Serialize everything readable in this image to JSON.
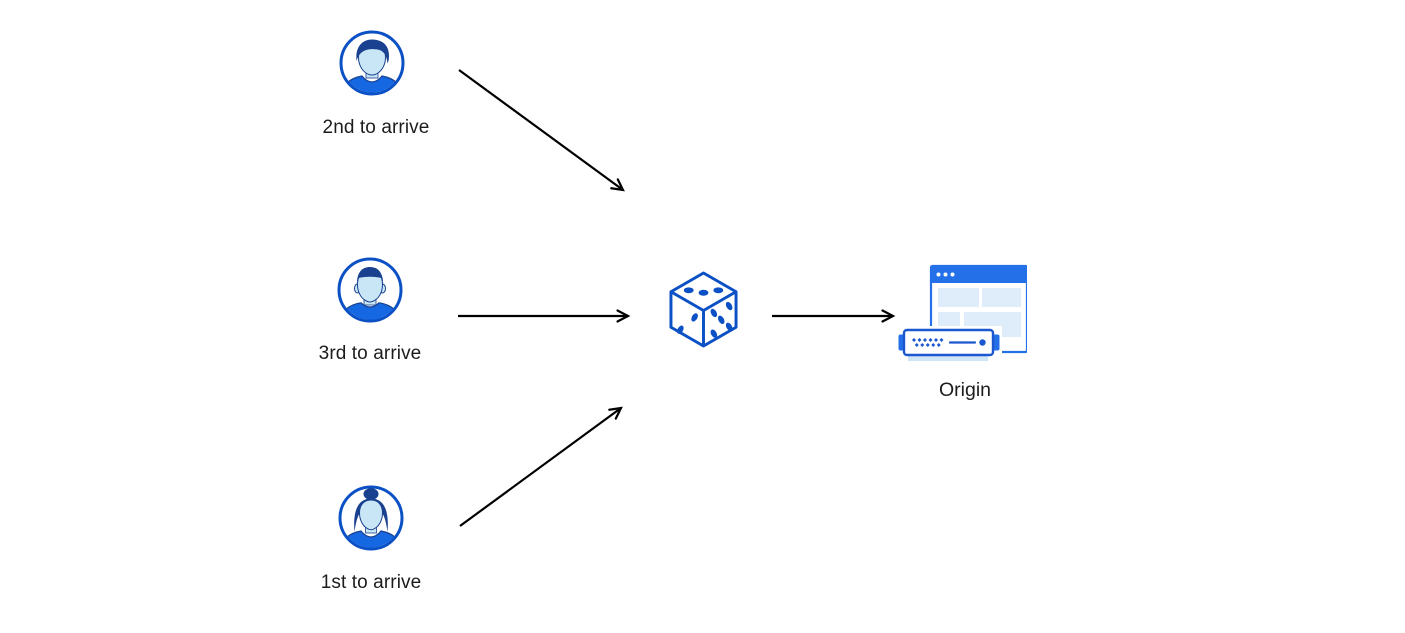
{
  "diagram": {
    "users": [
      {
        "label": "2nd to arrive",
        "icon": "person-avatar-icon"
      },
      {
        "label": "3rd to arrive",
        "icon": "person-avatar-icon"
      },
      {
        "label": "1st to arrive",
        "icon": "person-avatar-icon"
      }
    ],
    "selector": {
      "icon": "dice-icon"
    },
    "origin": {
      "label": "Origin",
      "icons": [
        "browser-window-icon",
        "server-icon"
      ]
    }
  },
  "colors": {
    "outline_blue": "#0b51c5",
    "dark_navy": "#1a418f",
    "light_blue": "#c8e6f6",
    "shirt_blue": "#1567e2",
    "browser_blue": "#2470e8",
    "panel_blue": "#dfecf9",
    "server_blue": "#1b57cf",
    "server_base": "#cfe4f5",
    "arrow_black": "#000000",
    "text_black": "#1c1c1e"
  }
}
